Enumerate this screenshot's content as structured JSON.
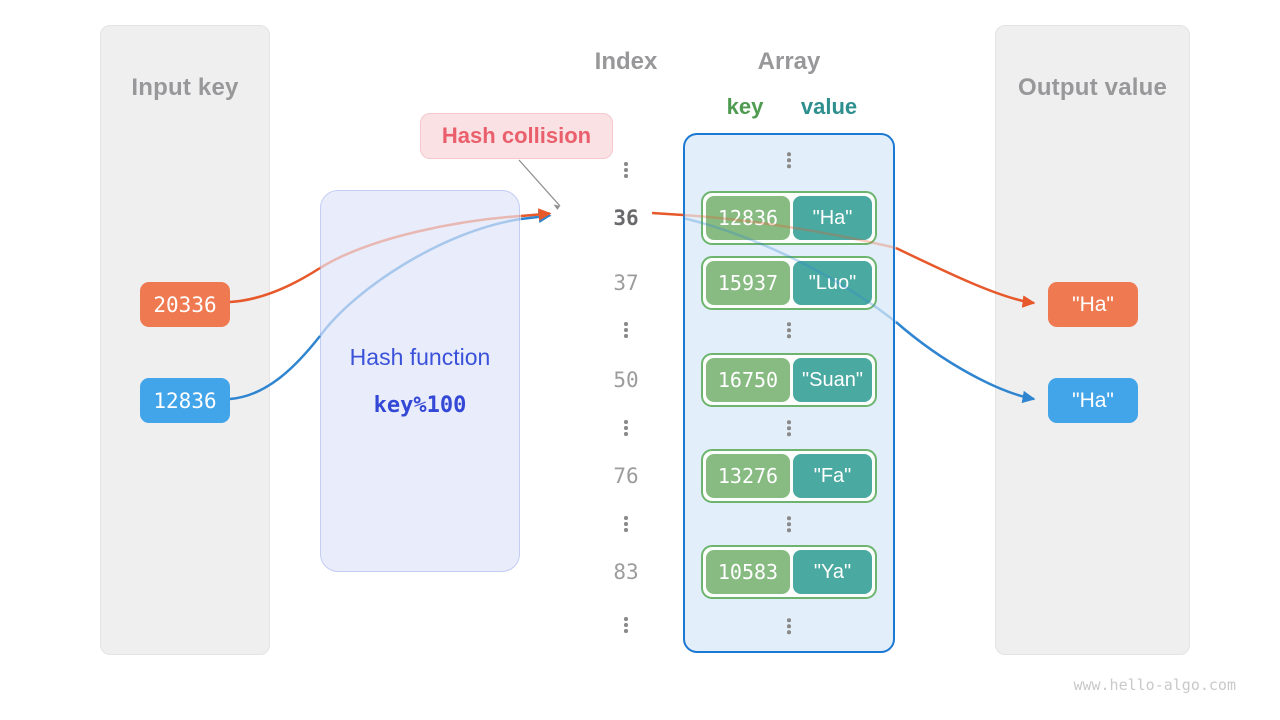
{
  "watermark": "www.hello-algo.com",
  "colors": {
    "key_orange": "#ef7950",
    "key_blue": "#42a4e9",
    "arrow_orange": "#e75b2e",
    "arrow_blue": "#2f85d0",
    "entry_key_green": "#88bb82",
    "entry_value_teal": "#4aa9a0",
    "array_border_blue": "#1b79d3",
    "array_bg": "#e2eef9",
    "hash_box_bg": "#e9ecfb",
    "hash_text_blue": "#3a52d9",
    "collision_red": "#e9606c",
    "collision_bg": "#fae1e4",
    "panel_gray": "#efeff0",
    "title_gray": "#98989a"
  },
  "input_panel": {
    "title": "Input key",
    "keys": [
      {
        "label": "20336",
        "color": "orange"
      },
      {
        "label": "12836",
        "color": "blue"
      }
    ]
  },
  "hash_function": {
    "name": "Hash function",
    "formula": "key%100"
  },
  "annotation": {
    "label": "Hash collision"
  },
  "index_column": {
    "title": "Index",
    "rows": [
      {
        "type": "dots"
      },
      {
        "type": "value",
        "label": "36",
        "highlight": true
      },
      {
        "type": "value",
        "label": "37"
      },
      {
        "type": "dots"
      },
      {
        "type": "value",
        "label": "50"
      },
      {
        "type": "dots"
      },
      {
        "type": "value",
        "label": "76"
      },
      {
        "type": "dots"
      },
      {
        "type": "value",
        "label": "83"
      },
      {
        "type": "dots"
      }
    ]
  },
  "array_panel": {
    "title": "Array",
    "key_header": "key",
    "value_header": "value",
    "rows": [
      {
        "type": "dots"
      },
      {
        "type": "entry",
        "key": "12836",
        "value": "\"Ha\""
      },
      {
        "type": "entry",
        "key": "15937",
        "value": "\"Luo\""
      },
      {
        "type": "dots"
      },
      {
        "type": "entry",
        "key": "16750",
        "value": "\"Suan\""
      },
      {
        "type": "dots"
      },
      {
        "type": "entry",
        "key": "13276",
        "value": "\"Fa\""
      },
      {
        "type": "dots"
      },
      {
        "type": "entry",
        "key": "10583",
        "value": "\"Ya\""
      },
      {
        "type": "dots"
      }
    ]
  },
  "output_panel": {
    "title": "Output value",
    "values": [
      {
        "label": "\"Ha\"",
        "color": "orange"
      },
      {
        "label": "\"Ha\"",
        "color": "blue"
      }
    ]
  }
}
